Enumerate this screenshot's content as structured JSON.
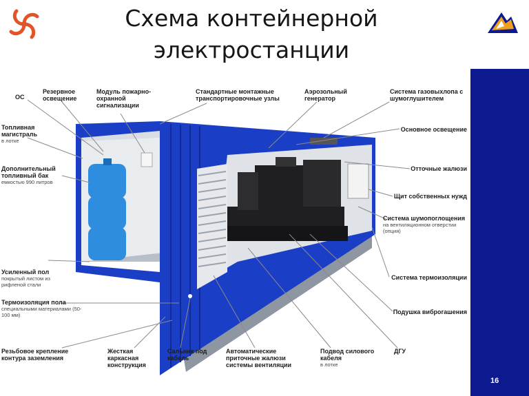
{
  "title": {
    "line1": "Схема контейнерной",
    "line2": "электростанции"
  },
  "page_number": "16",
  "colors": {
    "container_blue": "#1a3fc6",
    "band": "#0d1a8f",
    "logo_orange": "#e2532a",
    "tank_blue": "#2f8de0"
  },
  "icons": {
    "left_logo": "spiral-logo-icon",
    "right_logo": "mountain-logo-icon"
  },
  "labels": {
    "os": {
      "text": "ОС"
    },
    "backup_light": {
      "text": "Резервное освещение"
    },
    "fire_module": {
      "text": "Модуль пожарно-охранной сигнализации"
    },
    "mount_nodes": {
      "text": "Стандартные монтажные транспортировочные узлы"
    },
    "aerosol": {
      "text": "Аэрозольный генератор"
    },
    "exhaust": {
      "text": "Система газовыхлопа с шумоглушителем"
    },
    "fuel_line": {
      "text": "Топливная магистраль",
      "sub": "в лотке"
    },
    "main_light": {
      "text": "Основное освещение"
    },
    "extra_tank": {
      "text": "Дополнительный топливный бак",
      "sub": "емкостью 990 литров"
    },
    "louvers_out": {
      "text": "Отточные жалюзи"
    },
    "aux_panel": {
      "text": "Щит собственных нужд"
    },
    "noise": {
      "text": "Система шумопоглощения",
      "sub": "на вентиляционном отверстии (опция)"
    },
    "floor": {
      "text": "Усиленный пол",
      "sub": "покрытый листом из рифленой стали"
    },
    "thermo_insul": {
      "text": "Система термоизоляции"
    },
    "floor_insul": {
      "text": "Термоизоляция пола",
      "sub": "специальными материалами (50-100 мм)"
    },
    "vibro": {
      "text": "Подушка виброгашения"
    },
    "ground": {
      "text": "Резьбовое крепление контура заземления"
    },
    "frame": {
      "text": "Жесткая каркасная конструкция"
    },
    "gland": {
      "text": "Сальник под кабель"
    },
    "auto_louvers": {
      "text": "Автоматические приточные жалюзи системы вентиляции"
    },
    "power_cable": {
      "text": "Подвод силового кабеля",
      "sub": "в лотке"
    },
    "dgu": {
      "text": "ДГУ"
    }
  }
}
